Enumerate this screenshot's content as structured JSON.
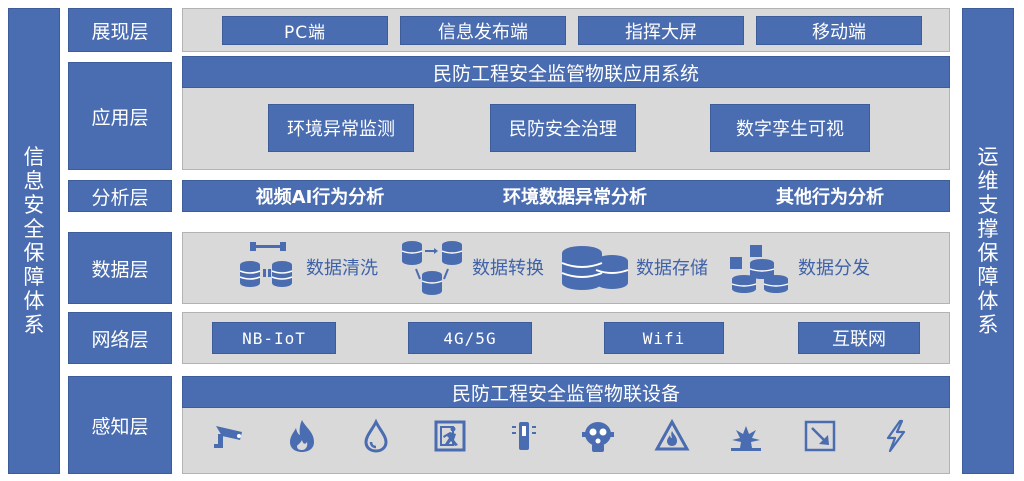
{
  "left_side": "信息安全保障体系",
  "right_side": "运维支撑保障体系",
  "layers": {
    "presentation": {
      "label": "展现层",
      "items": [
        "PC端",
        "信息发布端",
        "指挥大屏",
        "移动端"
      ]
    },
    "application": {
      "label": "应用层",
      "system": "民防工程安全监管物联应用系统",
      "items": [
        "环境异常监测",
        "民防安全治理",
        "数字孪生可视"
      ]
    },
    "analysis": {
      "label": "分析层",
      "items": [
        "视频AI行为分析",
        "环境数据异常分析",
        "其他行为分析"
      ]
    },
    "data": {
      "label": "数据层",
      "items": [
        "数据清洗",
        "数据转换",
        "数据存储",
        "数据分发"
      ]
    },
    "network": {
      "label": "网络层",
      "items": [
        "NB-IoT",
        "4G/5G",
        "Wifi",
        "互联网"
      ]
    },
    "perception": {
      "label": "感知层",
      "devices": "民防工程安全监管物联设备",
      "icons": [
        "camera-icon",
        "fire-icon",
        "water-drop-icon",
        "emergency-exit-icon",
        "thermometer-icon",
        "gas-mask-icon",
        "warning-flame-icon",
        "explosion-icon",
        "door-sensor-icon",
        "lightning-icon"
      ]
    }
  },
  "colors": {
    "primary": "#4a6cb0",
    "panel": "#d9d9d9",
    "text_blue": "#3f62a8"
  }
}
